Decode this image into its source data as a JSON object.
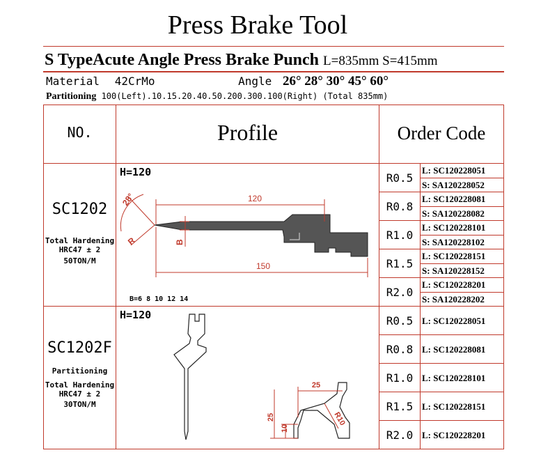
{
  "title": "Press Brake Tool",
  "subtitle": {
    "type_label": "S TypeAcute Angle Press Brake Punch",
    "dims": "L=835mm S=415mm"
  },
  "material": {
    "label": "Material",
    "value": "42CrMo",
    "angle_label": "Angle",
    "angles": "26° 28° 30° 45° 60°"
  },
  "partitioning": {
    "label": "Partitioning",
    "text": "100(Left).10.15.20.40.50.200.300.100(Right) (Total 835mm)"
  },
  "headers": {
    "no": "NO.",
    "profile": "Profile",
    "order": "Order Code"
  },
  "rows": [
    {
      "model": "SC1202",
      "notes": [
        "Total Hardening",
        "HRC47 ± 2",
        "50TON/M"
      ],
      "h_label": "H=120",
      "drawing": {
        "angle": "28°",
        "r": "R",
        "len1": "120",
        "len2": "150",
        "b": "B",
        "b_values": "B=6 8 10 12 14"
      },
      "codes": [
        {
          "r": "R0.5",
          "l": "L: SC120228051",
          "s": "S: SA120228052"
        },
        {
          "r": "R0.8",
          "l": "L: SC120228081",
          "s": "S: SA120228082"
        },
        {
          "r": "R1.0",
          "l": "L: SC120228101",
          "s": "S: SA120228102"
        },
        {
          "r": "R1.5",
          "l": "L: SC120228151",
          "s": "S: SA120228152"
        },
        {
          "r": "R2.0",
          "l": "L: SC120228201",
          "s": "S: SA120228202"
        }
      ]
    },
    {
      "model": "SC1202F",
      "notes": [
        "Partitioning",
        "Total Hardening",
        "HRC47 ± 2",
        "30TON/M"
      ],
      "h_label": "H=120",
      "drawing": {
        "d25w": "25",
        "d25h": "25",
        "d10": "10",
        "r10": "R10"
      },
      "codes": [
        {
          "r": "R0.5",
          "l": "L: SC120228051"
        },
        {
          "r": "R0.8",
          "l": "L: SC120228081"
        },
        {
          "r": "R1.0",
          "l": "L: SC120228101"
        },
        {
          "r": "R1.5",
          "l": "L: SC120228151"
        },
        {
          "r": "R2.0",
          "l": "L: SC120228201"
        }
      ]
    }
  ]
}
